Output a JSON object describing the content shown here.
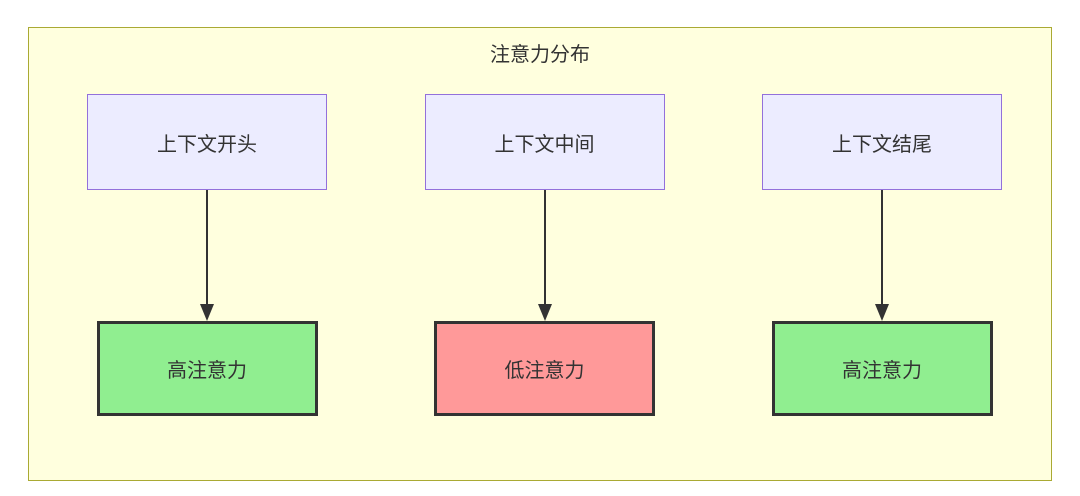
{
  "diagram": {
    "title": "注意力分布",
    "columns": [
      {
        "source": "上下文开头",
        "target": "高注意力",
        "level": "high"
      },
      {
        "source": "上下文中间",
        "target": "低注意力",
        "level": "low"
      },
      {
        "source": "上下文结尾",
        "target": "高注意力",
        "level": "high"
      }
    ],
    "colors": {
      "container_fill": "#FFFFDE",
      "container_border": "#AAAA33",
      "source_fill": "#ECECFF",
      "source_border": "#9370DB",
      "high_fill": "#90EE90",
      "low_fill": "#FF9999",
      "target_border": "#333333",
      "arrow": "#333333",
      "text": "#333333"
    }
  }
}
